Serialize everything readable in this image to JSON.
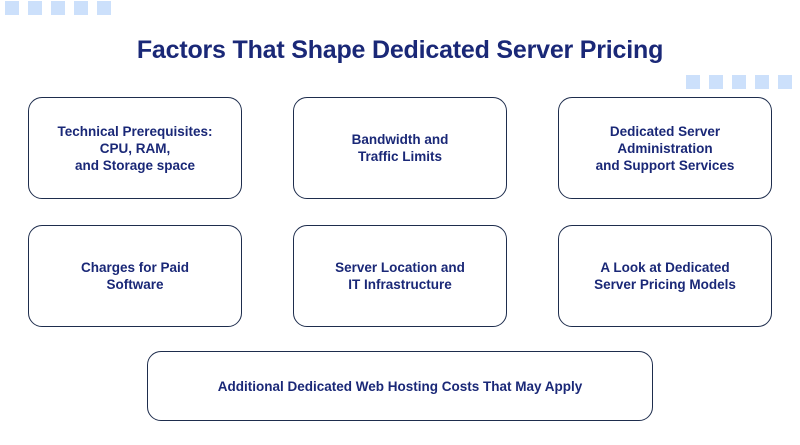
{
  "title": "Factors That Shape Dedicated Server Pricing",
  "colors": {
    "title_text": "#1a2877",
    "box_text": "#1a2877",
    "box_border": "#1e2d4d",
    "decor_squares": "#cce0fb",
    "background": "#ffffff"
  },
  "decorations": {
    "top_left_squares": 5,
    "top_right_squares": 5
  },
  "boxes": [
    {
      "label": "Technical Prerequisites:\nCPU, RAM,\nand Storage space"
    },
    {
      "label": "Bandwidth and\nTraffic Limits"
    },
    {
      "label": "Dedicated Server\nAdministration\nand Support Services"
    },
    {
      "label": "Charges for Paid\nSoftware"
    },
    {
      "label": "Server Location and\nIT Infrastructure"
    },
    {
      "label": "A Look at Dedicated\nServer Pricing Models"
    },
    {
      "label": "Additional Dedicated Web Hosting Costs That May Apply"
    }
  ]
}
